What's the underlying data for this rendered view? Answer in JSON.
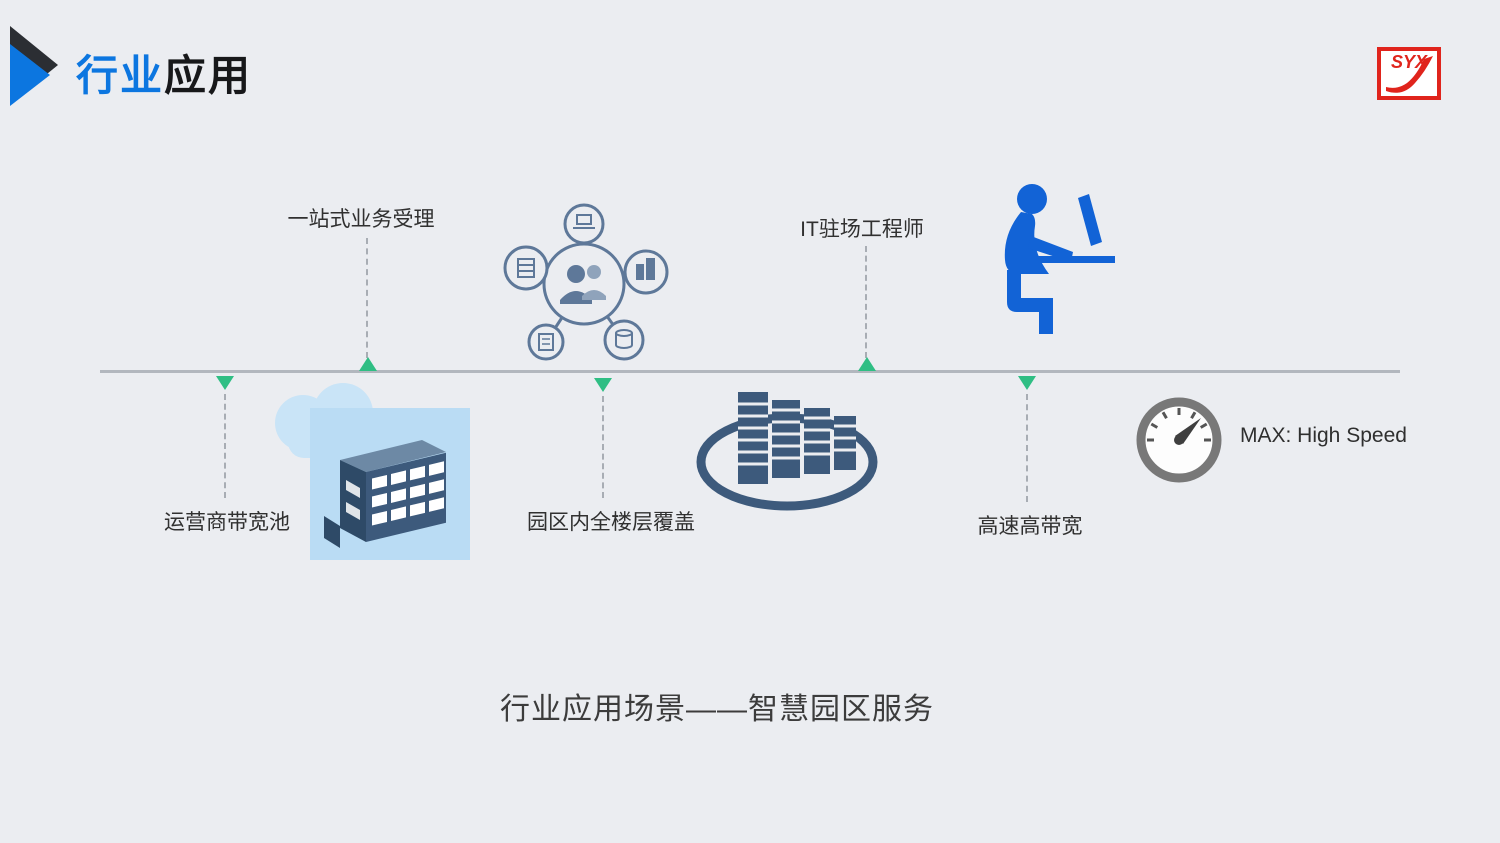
{
  "header": {
    "title_blue": "行业",
    "title_dark": "应用",
    "logo_text": "SYX"
  },
  "timeline": {
    "above": [
      {
        "label": "一站式业务受理"
      },
      {
        "label": "IT驻场工程师"
      }
    ],
    "below": [
      {
        "label": "运营商带宽池"
      },
      {
        "label": "园区内全楼层覆盖"
      },
      {
        "label": "高速高带宽"
      }
    ]
  },
  "gauge_label": "MAX: High Speed",
  "caption": "行业应用场景——智慧园区服务",
  "icons": {
    "network": "network-collaboration-icon",
    "engineer": "engineer-at-laptop-icon",
    "cloud_building": "cloud-and-building-icon",
    "server": "server-rack-icon",
    "gauge": "speedometer-icon"
  },
  "colors": {
    "background": "#ebedf1",
    "title_blue": "#0c76e0",
    "marker_green": "#2fbe84",
    "icon_slate": "#5e7899",
    "icon_blue": "#1263d6",
    "icon_dark_blue": "#3d5a7c",
    "panel_light_blue": "#badcf4",
    "gauge_gray": "#787878",
    "logo_red": "#e0241c",
    "timeline_gray": "#b2b7be"
  }
}
